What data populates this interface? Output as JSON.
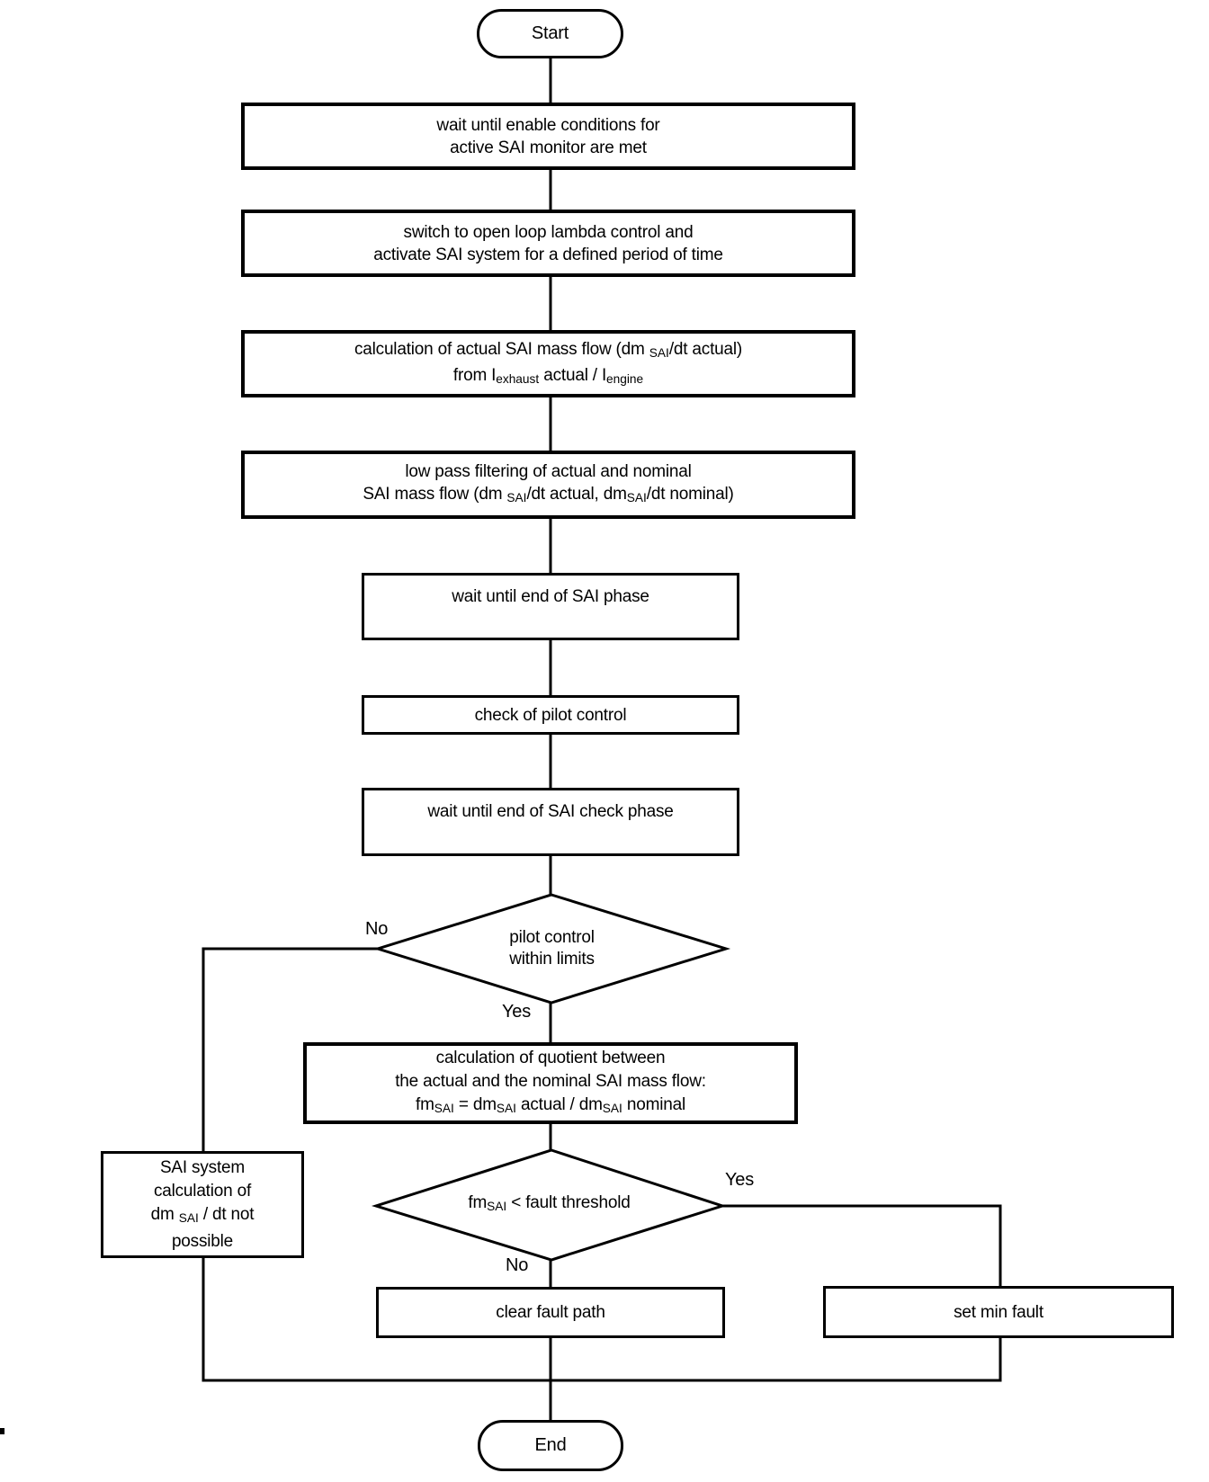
{
  "figure": {
    "background": "#ffffff",
    "line_color": "#000000"
  },
  "labels": {
    "d1_no": "No",
    "d1_yes": "Yes",
    "d2_yes": "Yes",
    "d2_no": "No"
  },
  "nodes": {
    "start": {
      "label": "Start"
    },
    "wait_enable": {
      "lines": [
        [
          {
            "t": "wait until enable conditions for"
          }
        ],
        [
          {
            "t": "active SAI monitor are met"
          }
        ]
      ]
    },
    "switch_lambda": {
      "lines": [
        [
          {
            "t": "switch to open loop lambda control and"
          }
        ],
        [
          {
            "t": "activate SAI system for a defined period of time"
          }
        ]
      ]
    },
    "calc_actual_flow": {
      "lines": [
        [
          {
            "t": "calculation of actual SAI mass flow (dm "
          },
          {
            "t": "SAI",
            "sub": true
          },
          {
            "t": "/dt actual)"
          }
        ],
        [
          {
            "t": "from I"
          },
          {
            "t": "exhaust",
            "sub": true
          },
          {
            "t": " actual / I"
          },
          {
            "t": "engine",
            "sub": true
          }
        ]
      ]
    },
    "low_pass": {
      "lines": [
        [
          {
            "t": "low pass filtering of actual and nominal"
          }
        ],
        [
          {
            "t": "SAI mass flow (dm "
          },
          {
            "t": "SAI",
            "sub": true
          },
          {
            "t": "/dt actual, dm"
          },
          {
            "t": "SAI",
            "sub": true
          },
          {
            "t": "/dt nominal)"
          }
        ]
      ]
    },
    "wait_end_sai": {
      "lines": [
        [
          {
            "t": "wait until end of SAI phase"
          }
        ]
      ]
    },
    "check_pilot": {
      "lines": [
        [
          {
            "t": "check of pilot control"
          }
        ]
      ]
    },
    "wait_end_check": {
      "lines": [
        [
          {
            "t": "wait until end of SAI check phase"
          }
        ]
      ]
    },
    "pilot_within_limits": {
      "lines": [
        [
          {
            "t": "pilot control"
          }
        ],
        [
          {
            "t": "within limits"
          }
        ]
      ]
    },
    "calc_quotient": {
      "lines": [
        [
          {
            "t": "calculation of quotient between"
          }
        ],
        [
          {
            "t": "the actual and the nominal SAI mass flow:"
          }
        ],
        [
          {
            "t": "fm"
          },
          {
            "t": "SAI",
            "sub": true
          },
          {
            "t": " = dm"
          },
          {
            "t": "SAI",
            "sub": true
          },
          {
            "t": " actual / dm"
          },
          {
            "t": "SAI",
            "sub": true
          },
          {
            "t": " nominal"
          }
        ]
      ]
    },
    "fault_threshold": {
      "lines": [
        [
          {
            "t": "fm"
          },
          {
            "t": "SAI",
            "sub": true
          },
          {
            "t": " < fault threshold"
          }
        ]
      ]
    },
    "sai_not_possible": {
      "lines": [
        [
          {
            "t": "SAI system"
          }
        ],
        [
          {
            "t": "calculation of"
          }
        ],
        [
          {
            "t": "dm "
          },
          {
            "t": "SAI",
            "sub": true
          },
          {
            "t": " / dt not"
          }
        ],
        [
          {
            "t": "possible"
          }
        ]
      ]
    },
    "clear_fault": {
      "lines": [
        [
          {
            "t": "clear fault path"
          }
        ]
      ]
    },
    "set_min_fault": {
      "lines": [
        [
          {
            "t": "set min fault"
          }
        ]
      ]
    },
    "end": {
      "label": "End"
    }
  }
}
